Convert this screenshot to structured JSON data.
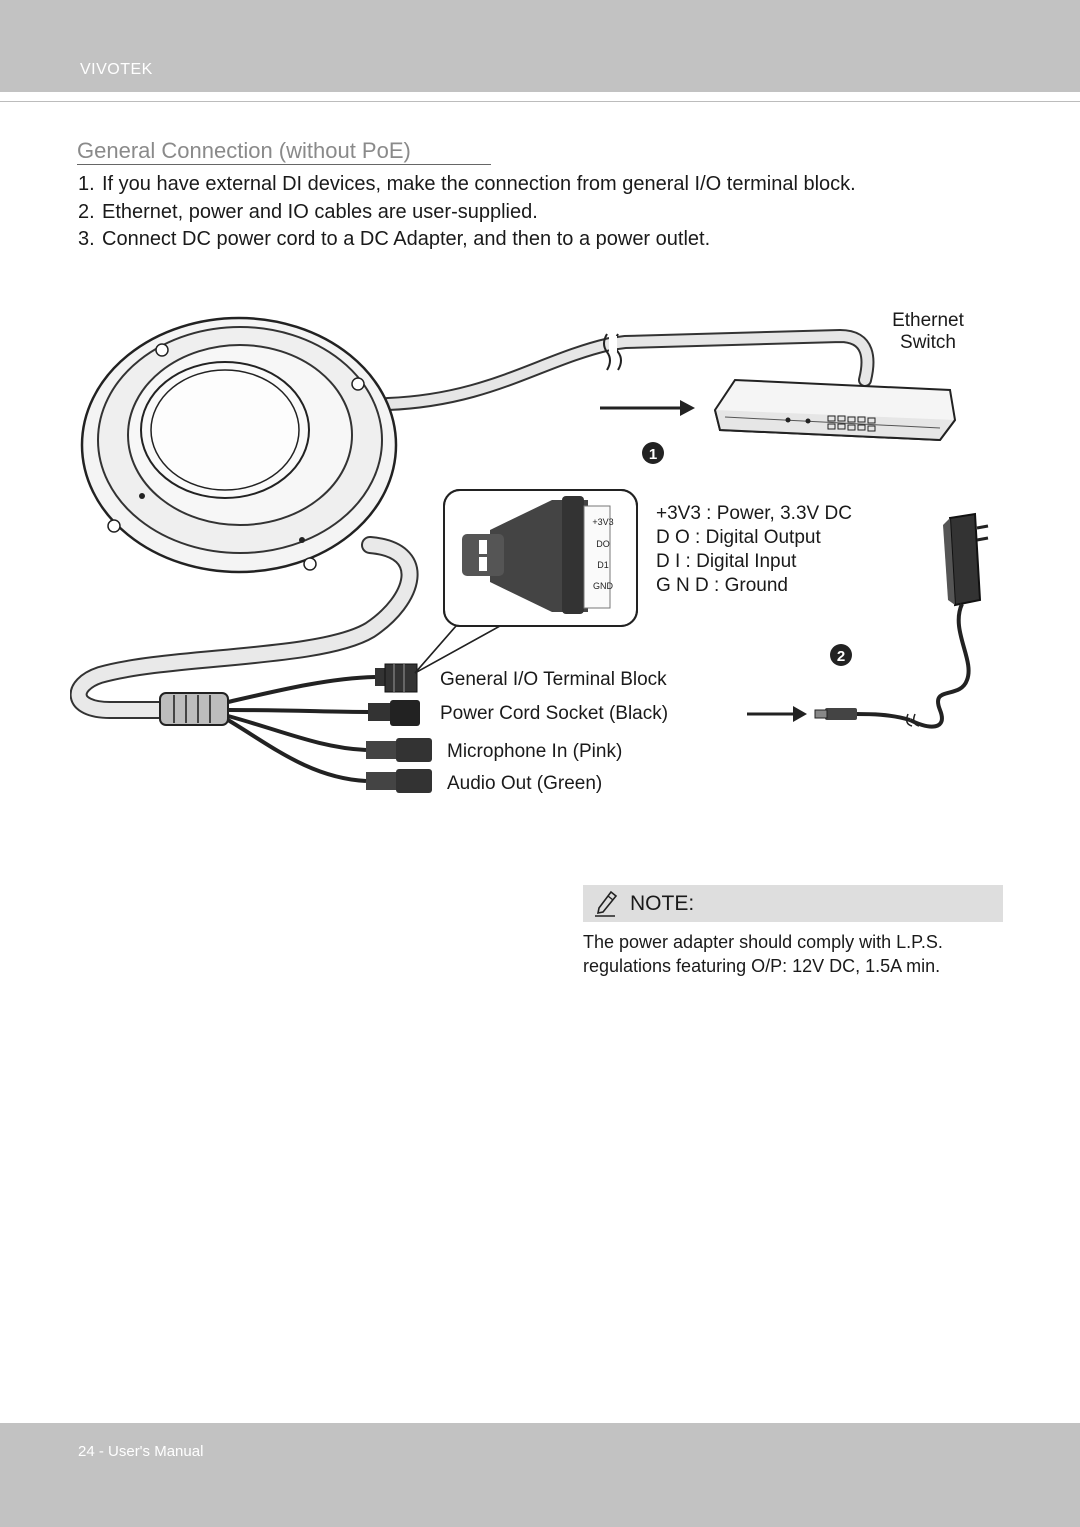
{
  "header": {
    "brand": "VIVOTEK"
  },
  "section": {
    "title": "General Connection (without PoE)"
  },
  "steps": [
    {
      "num": "1.",
      "text": "If you have external DI devices, make the connection from general I/O terminal block."
    },
    {
      "num": "2.",
      "text": "Ethernet, power and IO cables are user-supplied."
    },
    {
      "num": "3.",
      "text": "Connect DC power cord to a DC Adapter, and then to a power outlet."
    }
  ],
  "diagram": {
    "ethernet_switch": {
      "line1": "Ethernet",
      "line2": "Switch"
    },
    "callout_1": "1",
    "callout_2": "2",
    "terminal_pins": [
      "+3V3",
      "DO",
      "D1",
      "GND"
    ],
    "pin_legend": [
      "+3V3 : Power, 3.3V DC",
      "D O : Digital Output",
      "D I : Digital Input",
      "G N D : Ground"
    ],
    "cable_labels": {
      "io_block": "General I/O Terminal Block",
      "power_socket": "Power Cord Socket (Black)",
      "mic_in": "Microphone In (Pink)",
      "audio_out": "Audio Out (Green)"
    }
  },
  "note": {
    "label": "NOTE:",
    "text": "The power adapter should comply with L.P.S. regulations featuring O/P: 12V DC, 1.5A min."
  },
  "footer": {
    "page": "24 - User's Manual"
  }
}
